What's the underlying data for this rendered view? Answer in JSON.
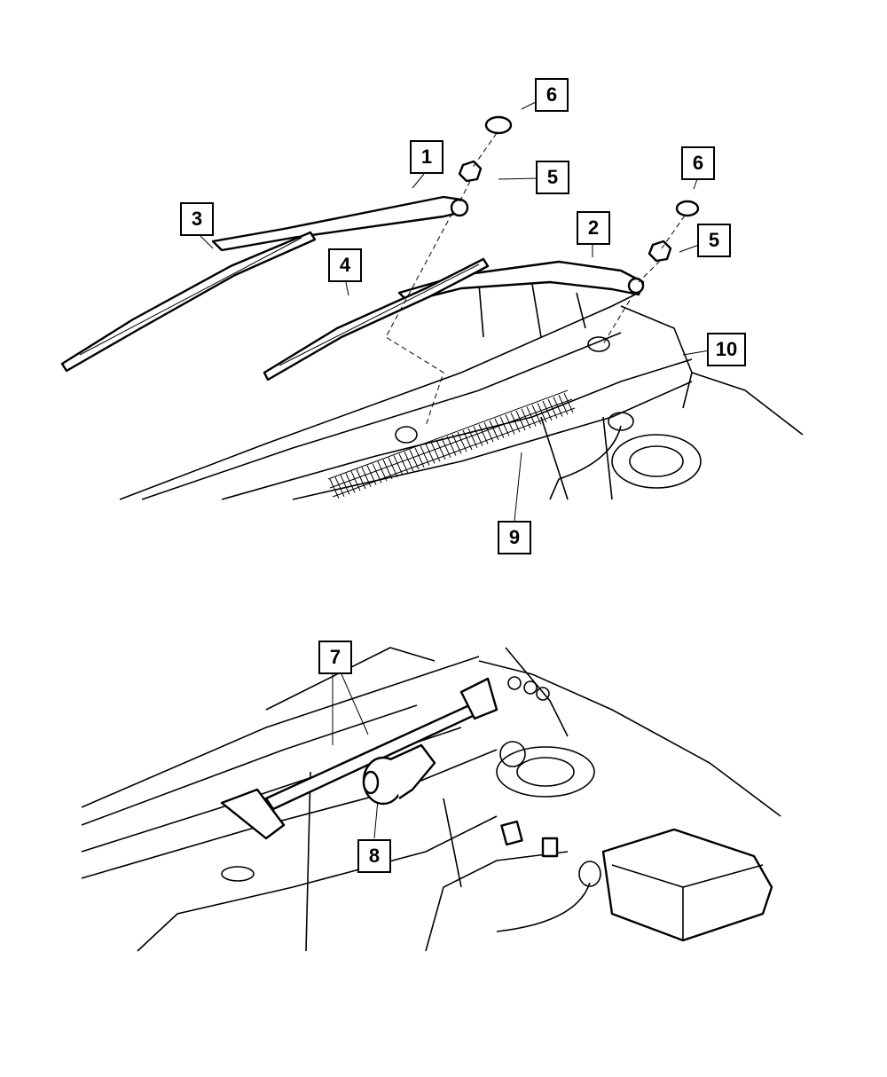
{
  "diagram": {
    "title": "Windshield wiper system parts diagram",
    "callouts": [
      {
        "id": "c1",
        "label": "1"
      },
      {
        "id": "c2",
        "label": "2"
      },
      {
        "id": "c3",
        "label": "3"
      },
      {
        "id": "c4",
        "label": "4"
      },
      {
        "id": "c5a",
        "label": "5"
      },
      {
        "id": "c5b",
        "label": "5"
      },
      {
        "id": "c6a",
        "label": "6"
      },
      {
        "id": "c6b",
        "label": "6"
      },
      {
        "id": "c7",
        "label": "7"
      },
      {
        "id": "c8",
        "label": "8"
      },
      {
        "id": "c9",
        "label": "9"
      },
      {
        "id": "c10",
        "label": "10"
      }
    ],
    "colors": {
      "ink": "#000000",
      "background": "#ffffff"
    }
  }
}
